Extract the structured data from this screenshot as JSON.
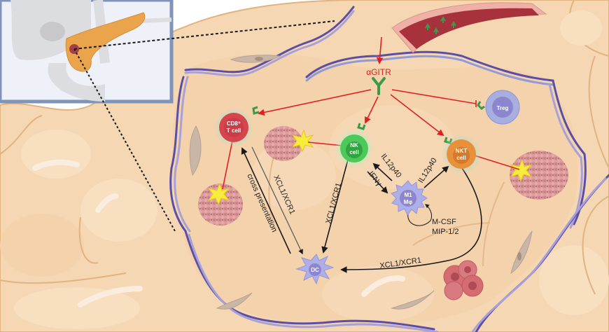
{
  "figure": {
    "title": "Anti-GITR antibody mechanism in pancreatic tumor microenvironment",
    "colors": {
      "background_tissue": "#f5d7b3",
      "tissue_outline": "#e0b37f",
      "inset_border": "#8093b8",
      "inset_fill": "#eef2f8",
      "pancreas": "#e9a44c",
      "tumor_spot": "#a2404a",
      "activation_arrow": "#e02020",
      "signal_arrow": "#1a1a1a",
      "antibody": "#3a9a4a",
      "collagen_dark": "#5b4ea5",
      "collagen_light": "#a8a0d8",
      "cd8_cell": "#d6454d",
      "nk_cell": "#4cc95a",
      "nkt_cell": "#e8913a",
      "treg_cell": "#a8aee0",
      "macrophage": "#aeaee8",
      "dc_cell": "#aeaee8",
      "tumor_cluster": "#c7727c",
      "burst": "#f7ec3a",
      "vessel": "#a8323c"
    }
  },
  "inset": {
    "label": "pancreas-inset"
  },
  "antibody": {
    "label": "αGITR"
  },
  "cells": {
    "cd8": {
      "line1": "CD8⁺",
      "line2": "T cell"
    },
    "nk": {
      "line1": "NK",
      "line2": "cell"
    },
    "nkt": {
      "line1": "NKT",
      "line2": "cell"
    },
    "treg": {
      "line1": "Treg"
    },
    "m1": {
      "line1": "M1",
      "line2": "Mφ"
    },
    "dc": {
      "line1": "DC"
    }
  },
  "arrows": {
    "cross_presentation": "cross presentation",
    "xcl1_cd8": "XCL1/XCR1",
    "xcl1_nk": "XCL1/XCR1",
    "xcl1_nkt": "XCL1/XCR1",
    "il12p40_nk": "IL12p40",
    "ifng": "IFNγ",
    "il12p40_nkt": "IL12p40",
    "mcsf": "M-CSF",
    "mip": "MIP-1/2"
  }
}
